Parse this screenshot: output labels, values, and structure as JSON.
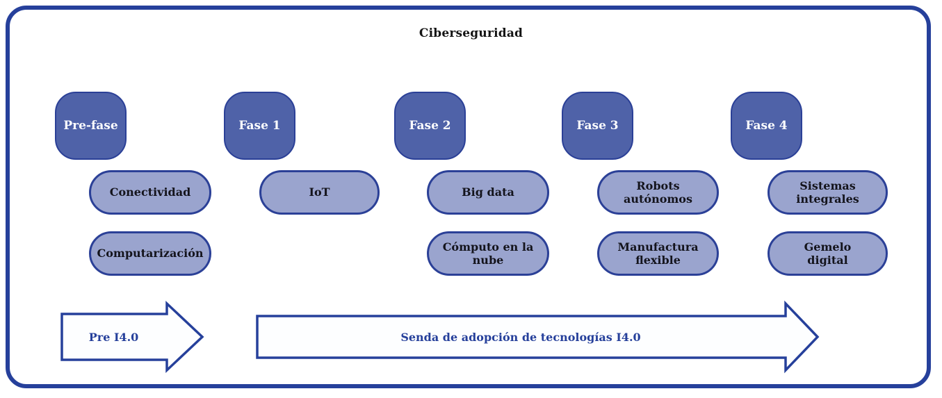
{
  "title": "Ciberseguridad",
  "phases": [
    {
      "label": "Pre-fase",
      "technologies": [
        "Conectividad",
        "Computarización"
      ]
    },
    {
      "label": "Fase 1",
      "technologies": [
        "IoT"
      ]
    },
    {
      "label": "Fase 2",
      "technologies": [
        "Big data",
        "Cómputo en la\nnube"
      ]
    },
    {
      "label": "Fase 3",
      "technologies": [
        "Robots\nautónomos",
        "Manufactura\nflexible"
      ]
    },
    {
      "label": "Fase 4",
      "technologies": [
        "Sistemas\nintegrales",
        "Gemelo\ndigital"
      ]
    }
  ],
  "arrows": {
    "pre_label": "Pre I4.0",
    "main_label": "Senda de adopción de tecnologías I4.0"
  },
  "colors": {
    "frame": "#26409B",
    "outline": "#2B4097",
    "phase_fill": "#4F62A8",
    "pill_fill": "#9AA4CE",
    "arrow_text": "#26409B",
    "title_text": "#141414",
    "pill_text": "#14141C"
  }
}
